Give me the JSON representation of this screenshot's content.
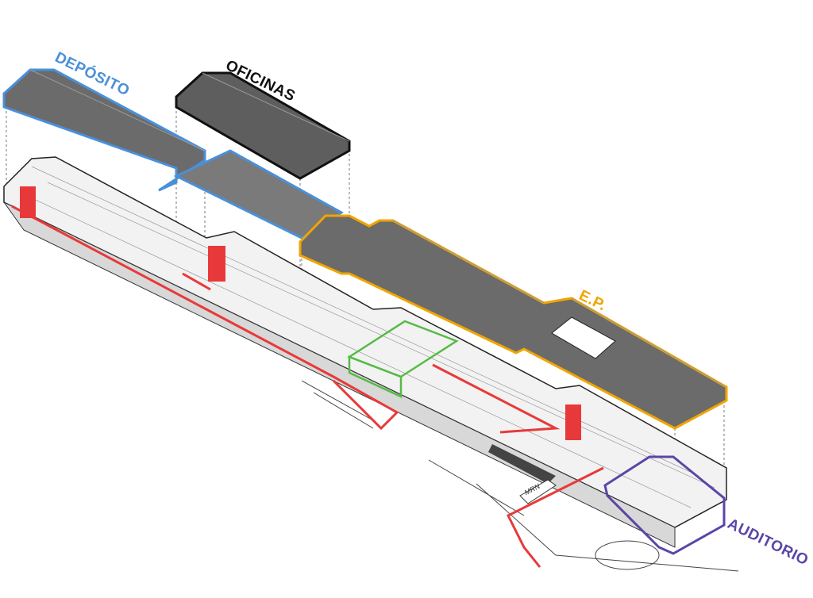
{
  "labels": {
    "deposito": "DEPÓSITO",
    "oficinas": "OFICINAS",
    "ep": "E.P.",
    "auditorio": "AUDITORIO",
    "sign": "MRN"
  },
  "colors": {
    "deposito": "#4a90d9",
    "oficinas": "#111111",
    "ep": "#f0a500",
    "auditorio": "#5b45a8",
    "circulation": "#e8393a",
    "highlight": "#55bb44",
    "roof": "#6b6b6b"
  }
}
